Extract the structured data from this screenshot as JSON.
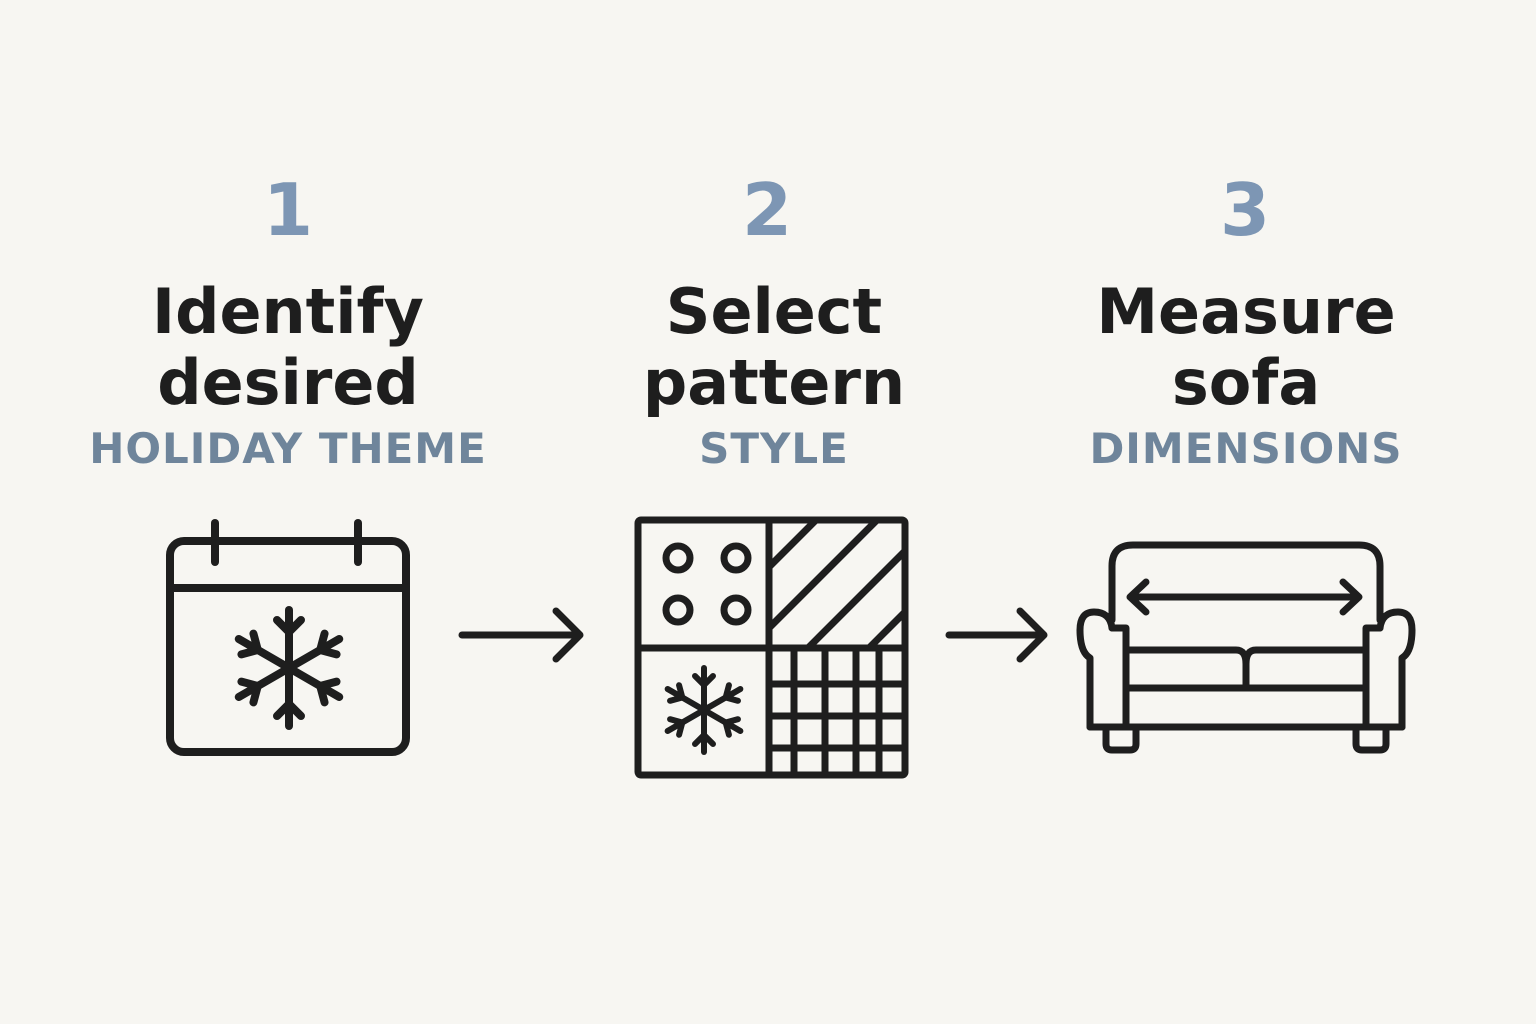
{
  "colors": {
    "background": "#f7f6f2",
    "number": "#7d96b4",
    "title": "#1e1e1e",
    "subtitle": "#6f859b",
    "icon_stroke": "#1e1e1e"
  },
  "steps": [
    {
      "number": "1",
      "title_line1": "Identify",
      "title_line2": "desired",
      "subtitle": "HOLIDAY THEME",
      "icon": "calendar-snowflake-icon"
    },
    {
      "number": "2",
      "title_line1": "Select",
      "title_line2": "pattern",
      "subtitle": "STYLE",
      "icon": "pattern-grid-icon"
    },
    {
      "number": "3",
      "title_line1": "Measure",
      "title_line2": "sofa",
      "subtitle": "DIMENSIONS",
      "icon": "sofa-measure-icon"
    }
  ],
  "connectors": [
    {
      "icon": "arrow-right-icon"
    },
    {
      "icon": "arrow-right-icon"
    }
  ]
}
